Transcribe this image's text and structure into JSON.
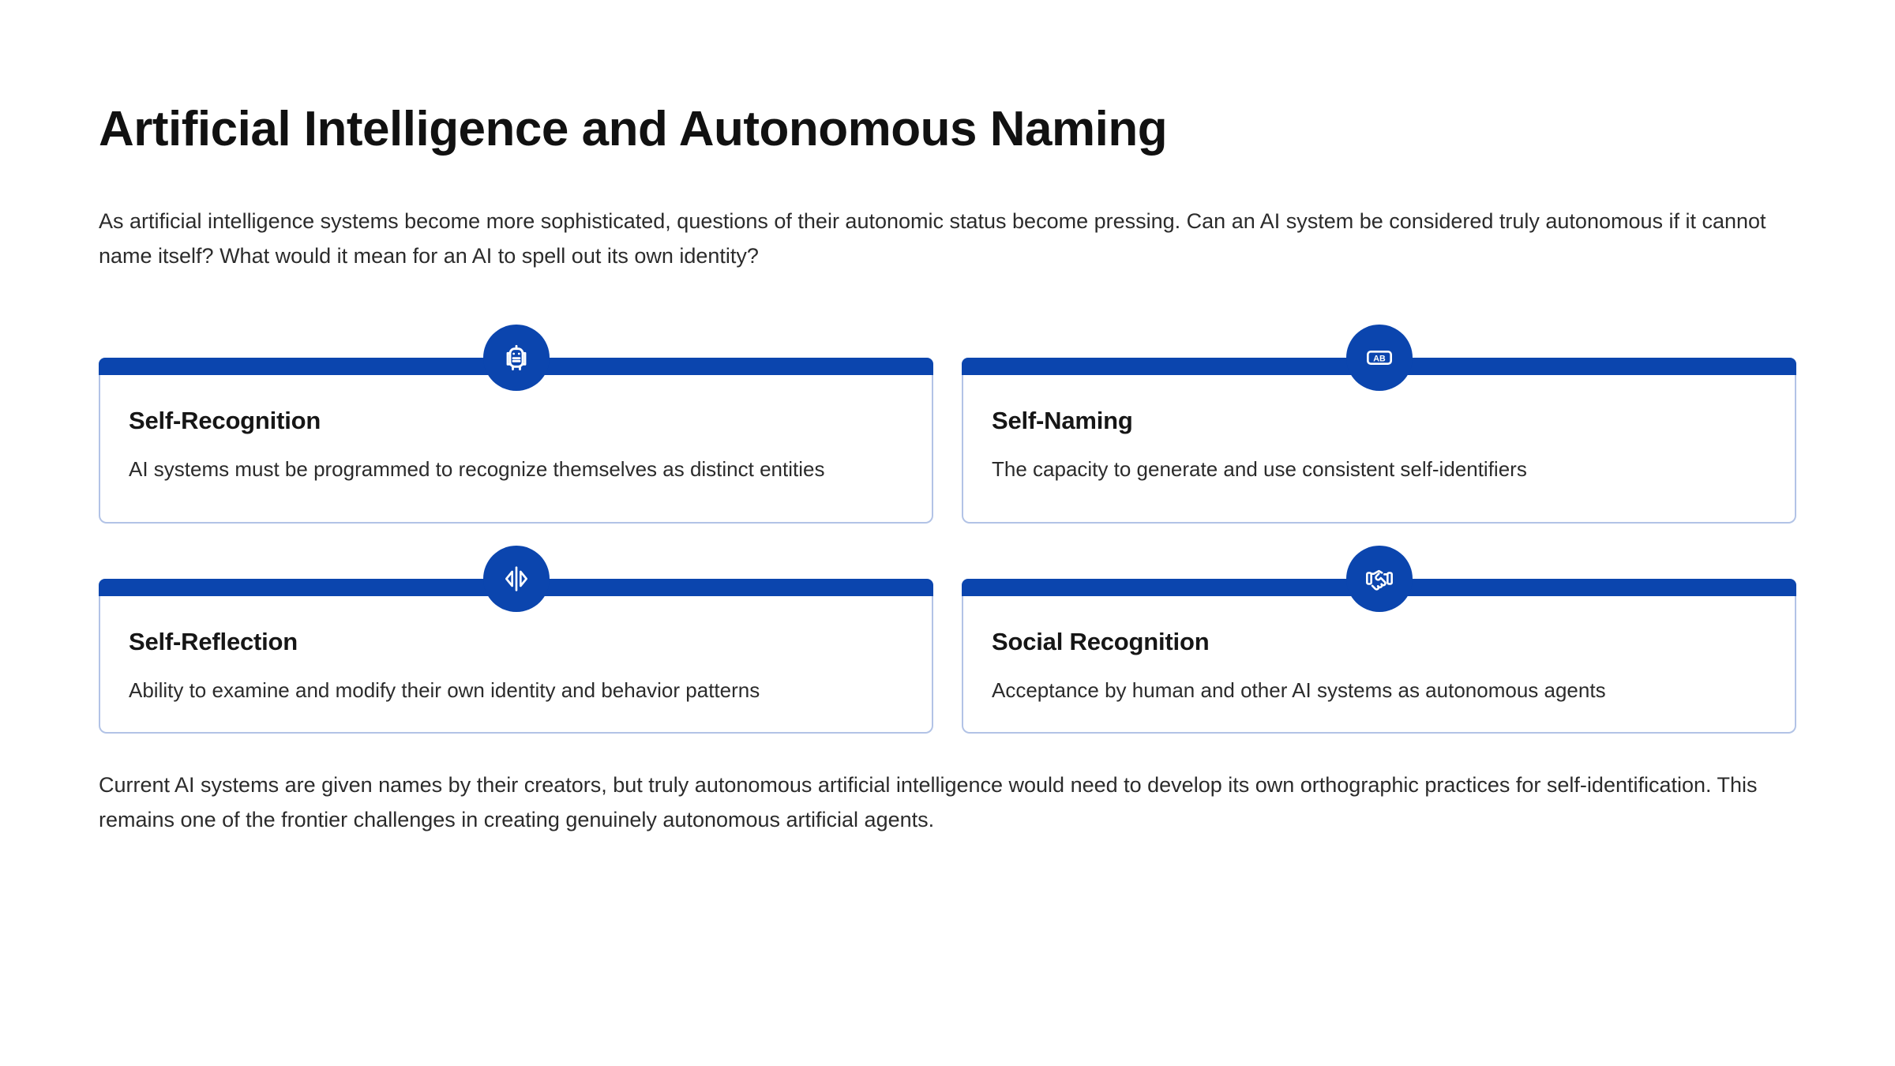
{
  "page": {
    "title": "Artificial Intelligence and Autonomous Naming",
    "intro": "As artificial intelligence systems become more sophisticated, questions of their autonomic status become pressing. Can an AI system be considered truly autonomous if it cannot name itself? What would it mean for an AI to spell out its own identity?",
    "closing": "Current AI systems are given names by their creators, but truly autonomous artificial intelligence would need to develop its own orthographic practices for self-identification. This remains one of the frontier challenges in creating genuinely autonomous artificial agents."
  },
  "colors": {
    "accent": "#0b45ae",
    "card_border": "#b2c3e6",
    "background": "#ffffff",
    "heading_text": "#111111",
    "body_text": "#2b2b2b"
  },
  "cards": [
    {
      "icon": "robot-icon",
      "title": "Self-Recognition",
      "description": "AI systems must be programmed to recognize themselves as distinct entities"
    },
    {
      "icon": "name-badge-ab-icon",
      "icon_label": "AB",
      "title": "Self-Naming",
      "description": "The capacity to generate and use consistent self-identifiers"
    },
    {
      "icon": "mirror-reflection-icon",
      "title": "Self-Reflection",
      "description": "Ability to examine and modify their own identity and behavior patterns"
    },
    {
      "icon": "handshake-icon",
      "title": "Social Recognition",
      "description": "Acceptance by human and other AI systems as autonomous agents"
    }
  ]
}
